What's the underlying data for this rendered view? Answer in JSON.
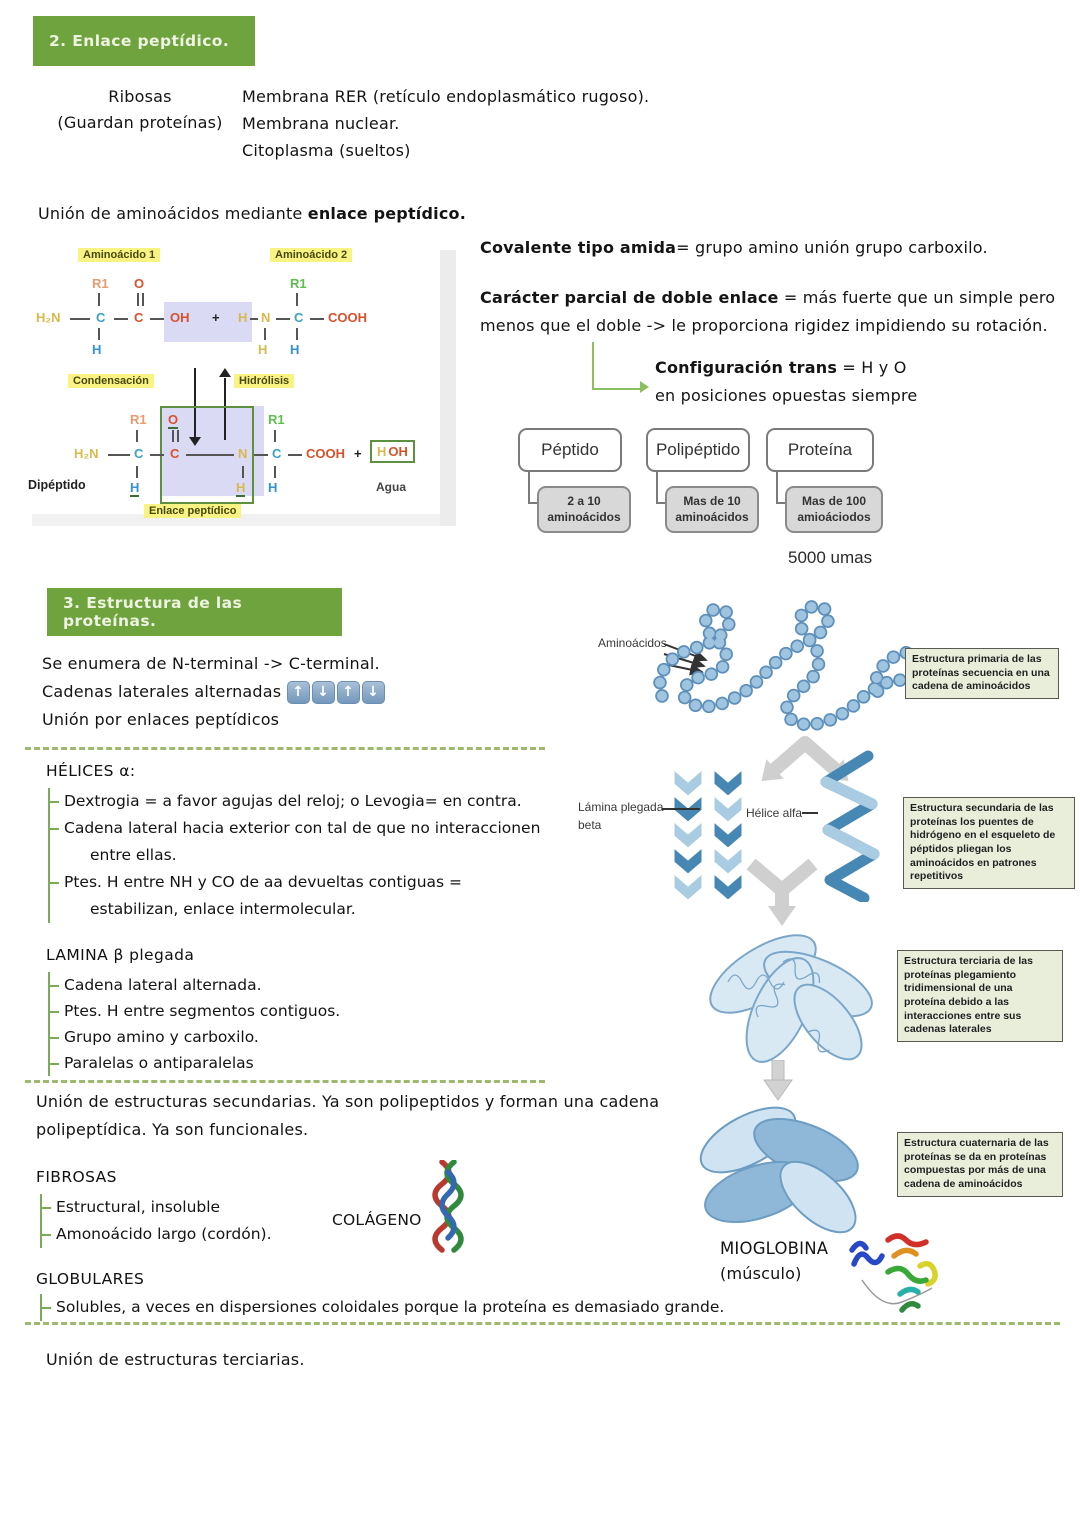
{
  "colors": {
    "header_green": "#6fa33d",
    "accent_green": "#8cbf5f",
    "dash_green": "#9cb96e",
    "highlight_yellow": "#f9f383",
    "lavender": "#dadaf5",
    "note_beige": "#e9eedb"
  },
  "section2": {
    "header": "2. Enlace peptídico.",
    "ribosas": "Ribosas",
    "ribosas_sub": "(Guardan proteínas)",
    "loc1": "Membrana RER (retículo endoplasmático rugoso).",
    "loc2": "Membrana nuclear.",
    "loc3": "Citoplasma (sueltos)",
    "union_pre": "Unión de aminoácidos mediante ",
    "union_bold": "enlace peptídico."
  },
  "diagram": {
    "label_aa1": "Aminoácido 1",
    "label_aa2": "Aminoácido 2",
    "condensacion": "Condensación",
    "hidrolisis": "Hidrólisis",
    "enlace": "Enlace peptídico",
    "dipeptido": "Dipéptido",
    "agua": "Agua",
    "atoms": {
      "h2n": "H₂N",
      "c": "C",
      "oh": "OH",
      "plus": "+",
      "h": "H",
      "n": "N",
      "cooh": "COOH",
      "r1": "R1",
      "o": "O"
    }
  },
  "notes": {
    "covalente_b": "Covalente tipo amida",
    "covalente_r": "= grupo amino unión grupo carboxilo.",
    "caracter_b": "Carácter parcial de doble enlace",
    "caracter_r": " = más fuerte que un simple pero",
    "caracter_l2": "menos que el doble -> le proporciona rigidez impidiendo su rotación.",
    "config_b": "Configuración trans",
    "config_r": " = H y O",
    "config_l2": "en posiciones opuestas siempre"
  },
  "flowchart": {
    "p1": "Péptido",
    "p1s1": "2 a 10",
    "p1s2": "aminoácidos",
    "p2": "Polipéptido",
    "p2s1": "Mas de 10",
    "p2s2": "aminoácidos",
    "p3": "Proteína",
    "p3s1": "Mas de 100",
    "p3s2": "amioáciodos",
    "umas": "5000 umas"
  },
  "section3": {
    "header": "3. Estructura de las proteínas.",
    "line1": "Se enumera de N-terminal -> C-terminal.",
    "line2": "Cadenas laterales alternadas",
    "line3": "Unión por enlaces peptídicos",
    "arr1": "↑",
    "arr2": "↓",
    "arr3": "↑",
    "arr4": "↓"
  },
  "helices": {
    "title": "HÉLICES α:",
    "l1": "Dextrogia = a favor agujas del reloj; o Levogia= en contra.",
    "l2": "Cadena lateral hacia exterior con tal de que no interaccionen",
    "l2b": "entre ellas.",
    "l3": "Ptes. H entre NH y CO de aa devueltas contiguas =",
    "l3b": "estabilizan, enlace intermolecular."
  },
  "lamina": {
    "title": "LAMINA β plegada",
    "l1": "Cadena lateral alternada.",
    "l2": "Ptes. H entre segmentos contiguos.",
    "l3": "Grupo amino y carboxilo.",
    "l4": "Paralelas o antiparalelas"
  },
  "union_sec": {
    "l1": "Unión de estructuras secundarias. Ya son polipeptidos y forman una cadena",
    "l2": "polipeptídica. Ya son funcionales."
  },
  "fibrosas": {
    "title": "FIBROSAS",
    "l1": "Estructural, insoluble",
    "l2": "Amonoácido largo (cordón).",
    "colageno": "COLÁGENO"
  },
  "globulares": {
    "title": "GLOBULARES",
    "l1": "Solubles, a veces en dispersiones coloidales porque la proteína es demasiado grande."
  },
  "footer": "Unión de estructuras terciarias.",
  "figure": {
    "aminoacidos": "Aminoácidos",
    "lamina1": "Lámina plegada",
    "lamina2": "beta",
    "helice": "Hélice alfa",
    "box1": "Estructura primaria de las proteínas secuencia en una cadena de aminoácidos",
    "box2": "Estructura secundaria de las proteínas los puentes de hidrógeno en el esqueleto de péptidos pliegan los aminoácidos en patrones repetitivos",
    "box3": "Estructura terciaria de las proteínas plegamiento tridimensional de una proteína debido a las interacciones entre sus cadenas laterales",
    "box4": "Estructura cuaternaria de las proteínas se da en proteínas compuestas por más de una cadena de aminoácidos",
    "mioglobina": "MIOGLOBINA",
    "musculo": "(músculo)"
  }
}
